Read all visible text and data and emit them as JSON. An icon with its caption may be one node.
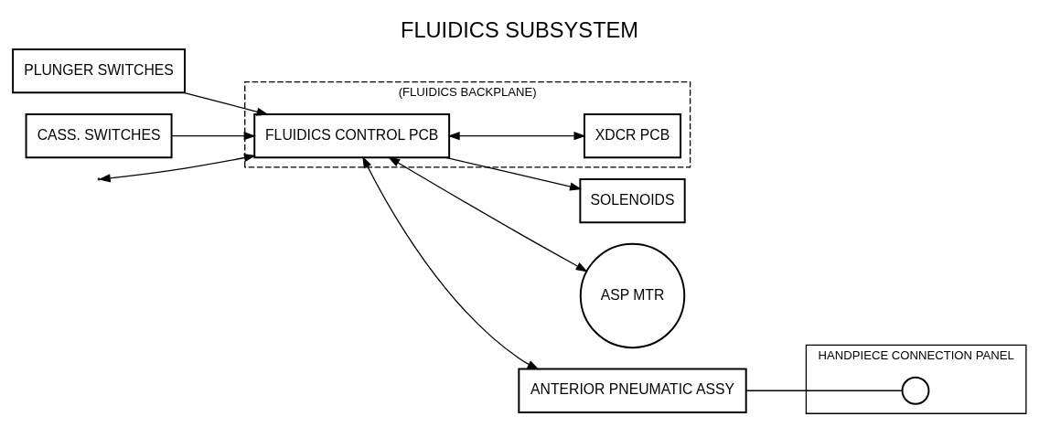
{
  "diagram": {
    "title": "FLUIDICS SUBSYSTEM",
    "nodes": [
      {
        "text": [
          "(FLUIDICS BACKPLANE)"
        ]
      },
      {
        "text": [
          "FLUIDICS CONTROL PCB"
        ],
        "in": 0
      },
      {
        "text": [
          "XDCR PCB"
        ],
        "in": 0
      },
      {
        "text": [
          "PLUNGER SWITCHES"
        ]
      },
      {
        "text": [
          "SOLENOIDS"
        ]
      },
      {
        "text": [
          "ASP MTR"
        ]
      },
      {
        "text": [
          "CASS. SWITCHES"
        ]
      },
      {
        "text": [
          "ANTERIOR PNEUMATIC ASSY"
        ]
      },
      {
        "text": [
          "HANDPIECE CONNECTION PANEL"
        ]
      },
      {
        "text": [],
        "shape": "circle",
        "in": 8
      }
    ],
    "edges": [
      {
        "from": 3,
        "to": 1,
        "arrow": "to"
      },
      {
        "from": 1,
        "to": 4,
        "arrow": "to"
      },
      {
        "from": 1,
        "to": 5,
        "arrow": "both"
      },
      {
        "from": 6,
        "to": 1,
        "arrow": "to"
      },
      {
        "from": 1,
        "to": 7,
        "arrow": "both"
      },
      {
        "from": 1,
        "to": 2,
        "arrow": "both"
      },
      {
        "from": null,
        "to": 1,
        "arrow": "both"
      },
      {
        "from": 7,
        "to": 9,
        "arrow": "none"
      }
    ]
  }
}
